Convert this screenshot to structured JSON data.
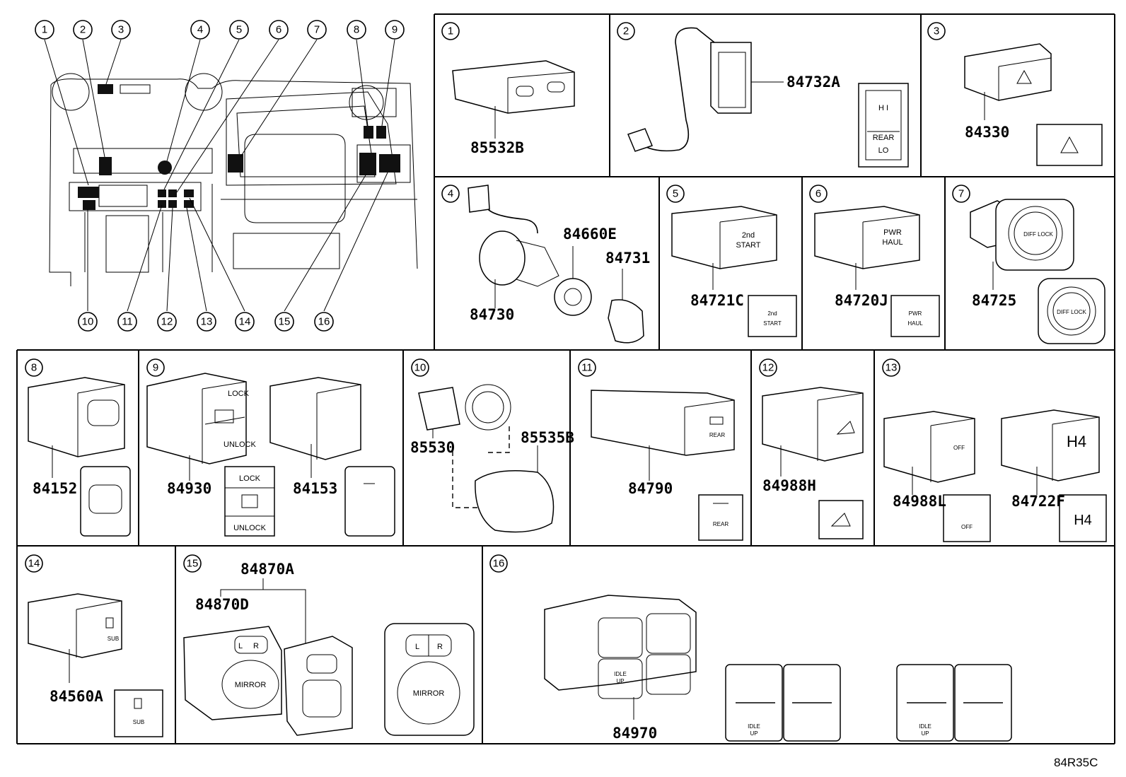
{
  "diagram_code": "84R35C",
  "overview_callouts": [
    "1",
    "2",
    "3",
    "4",
    "5",
    "6",
    "7",
    "8",
    "9",
    "10",
    "11",
    "12",
    "13",
    "14",
    "15",
    "16"
  ],
  "panels": [
    {
      "index": "1",
      "parts": [
        "85532B"
      ]
    },
    {
      "index": "2",
      "parts": [
        "84732A"
      ],
      "icon_text": [
        "H I",
        "REAR",
        "LO"
      ]
    },
    {
      "index": "3",
      "parts": [
        "84330"
      ]
    },
    {
      "index": "4",
      "parts": [
        "84660E",
        "84731",
        "84730"
      ]
    },
    {
      "index": "5",
      "parts": [
        "84721C"
      ],
      "button_text": [
        "2nd",
        "START"
      ]
    },
    {
      "index": "6",
      "parts": [
        "84720J"
      ],
      "button_text": [
        "PWR",
        "HAUL"
      ]
    },
    {
      "index": "7",
      "parts": [
        "84725"
      ],
      "button_text": [
        "DIFF LOCK"
      ]
    },
    {
      "index": "8",
      "parts": [
        "84152"
      ]
    },
    {
      "index": "9",
      "parts": [
        "84930",
        "84153"
      ],
      "button_text": [
        "LOCK",
        "UNLOCK"
      ]
    },
    {
      "index": "10",
      "parts": [
        "85535B",
        "85530"
      ]
    },
    {
      "index": "11",
      "parts": [
        "84790"
      ],
      "button_text": [
        "REAR"
      ]
    },
    {
      "index": "12",
      "parts": [
        "84988H"
      ]
    },
    {
      "index": "13",
      "parts": [
        "84988L",
        "84722F"
      ],
      "button_text": [
        "OFF",
        "H4"
      ]
    },
    {
      "index": "14",
      "parts": [
        "84560A"
      ],
      "button_text": [
        "SUB"
      ]
    },
    {
      "index": "15",
      "parts": [
        "84870A",
        "84870D"
      ],
      "button_text": [
        "L",
        "R",
        "MIRROR"
      ]
    },
    {
      "index": "16",
      "parts": [
        "84970"
      ],
      "button_text": [
        "IDLE",
        "UP"
      ]
    }
  ]
}
